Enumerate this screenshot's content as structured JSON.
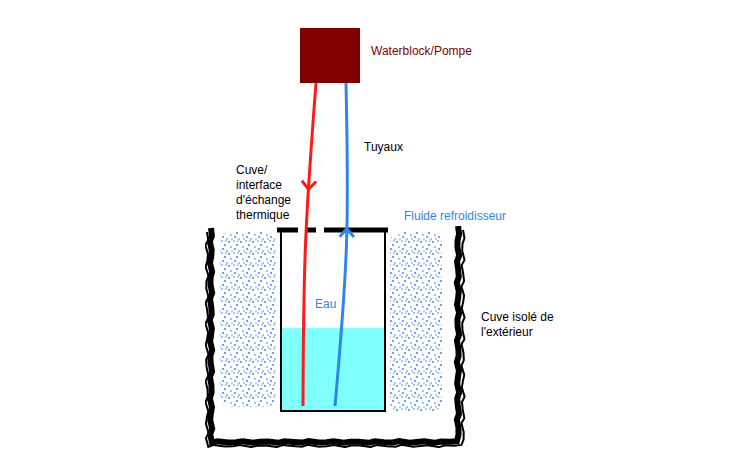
{
  "diagram": {
    "nodes": [
      {
        "text": [
          "Waterblock/Pompe"
        ]
      },
      {
        "text": [
          "Cuve isolé de l'extérieur"
        ]
      },
      {
        "text": [
          "Cuve/ interface d'échange thermique",
          "Eau"
        ],
        "in": 1
      }
    ],
    "edges": [
      {
        "from": 0,
        "to": 2,
        "arrow": "to"
      },
      {
        "from": 2,
        "to": 0,
        "arrow": "to"
      }
    ],
    "labels": [
      "Tuyaux",
      "Fluide refroidisseur"
    ]
  }
}
